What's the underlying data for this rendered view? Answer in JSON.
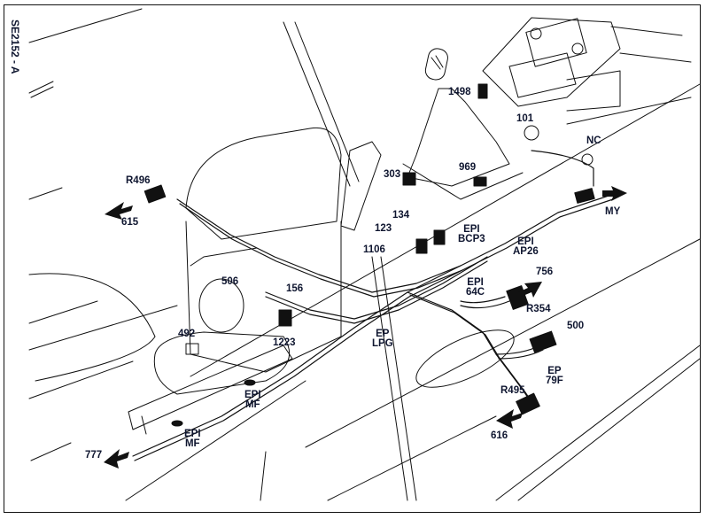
{
  "figure": {
    "reference_code": "SE2152 - A",
    "subject": "Centre console wiring harness (exploded line drawing)",
    "ink_color": "#0f1630"
  },
  "labels": {
    "r496": "R496",
    "n615": "615",
    "n1498": "1498",
    "n101": "101",
    "nc": "NC",
    "n303": "303",
    "n969": "969",
    "n134": "134",
    "n123": "123",
    "n1106": "1106",
    "epi_bcp3": [
      "EPI",
      "BCP3"
    ],
    "epi_ap26": [
      "EPI",
      "AP26"
    ],
    "my": "MY",
    "n756": "756",
    "epi_64c": [
      "EPI",
      "64C"
    ],
    "r354": "R354",
    "n500": "500",
    "ep_79f": [
      "EP",
      "79F"
    ],
    "r495": "R495",
    "n616": "616",
    "n506": "506",
    "n156": "156",
    "n492": "492",
    "n1223": "1223",
    "ep_lpg": [
      "EP",
      "LPG"
    ],
    "epi_mf_upper": [
      "EPI",
      "MF"
    ],
    "epi_mf_lower": [
      "EPI",
      "MF"
    ],
    "n777": "777"
  }
}
